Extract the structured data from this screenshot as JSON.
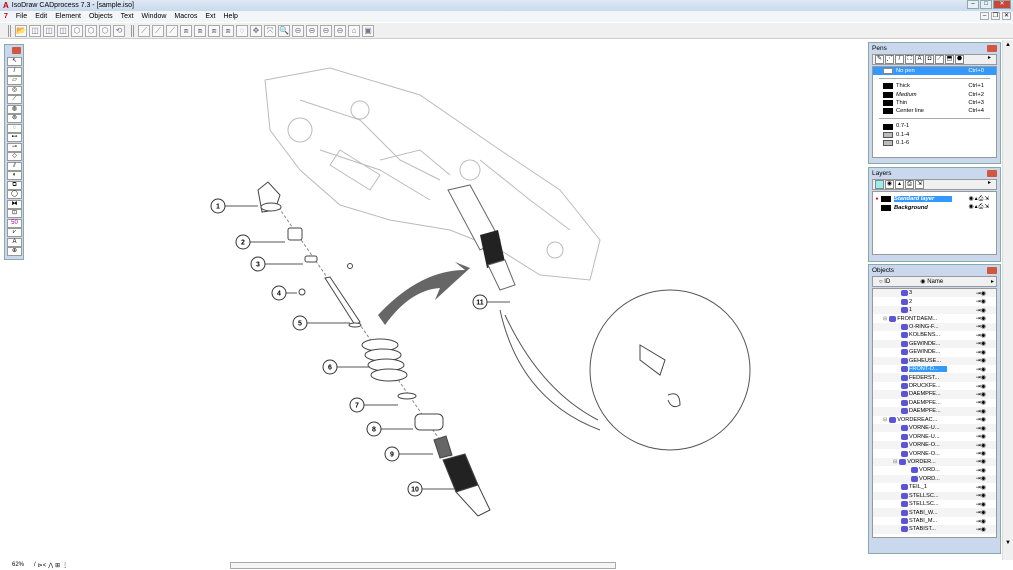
{
  "window": {
    "title": "IsoDraw CADprocess 7.3 - [sample.iso]",
    "controls": [
      "–",
      "□",
      "✕"
    ],
    "mdi_controls": [
      "–",
      "❐",
      "✕"
    ]
  },
  "menu": [
    "File",
    "Edit",
    "Element",
    "Objects",
    "Text",
    "Window",
    "Macros",
    "Ext",
    "Help"
  ],
  "toolbar_icons": [
    "open-folder-icon",
    "view-front-icon",
    "view-side-icon",
    "view-top-icon",
    "iso-cube-icon",
    "iso-cube-2-icon",
    "iso-cube-3-icon",
    "rotate-icon",
    "line-icon",
    "line-2-icon",
    "line-3-icon",
    "box-icon",
    "box-2-icon",
    "box-3-icon",
    "box-4-icon",
    "ellipse-icon",
    "move-icon",
    "fit-icon",
    "zoom-icon",
    "cylinder-icon",
    "cylinder-2-icon",
    "cylinder-3-icon",
    "cylinder-4-icon",
    "ghost-icon",
    "camera-icon"
  ],
  "toolbox": [
    "↖",
    "/",
    "▱",
    "◎",
    "⟋",
    "◍",
    "⊚",
    "◌",
    "⊷",
    "⊸",
    "◇",
    "⫽",
    "◐",
    "⧉",
    "◯",
    "⧓",
    "⊡",
    "50",
    "⩗",
    "A",
    "⊕"
  ],
  "drawing": {
    "callouts": [
      "1",
      "2",
      "3",
      "4",
      "5",
      "6",
      "7",
      "8",
      "9",
      "10",
      "11"
    ]
  },
  "pens": {
    "title": "Pens",
    "tools": [
      "✎",
      "⋰",
      "/",
      "⛶",
      "A",
      "◘",
      "⟋",
      "⬒",
      "⬣"
    ],
    "items": [
      {
        "name": "No pen",
        "shortcut": "Ctrl+0",
        "selected": true
      }
    ],
    "group2": [
      {
        "name": "Thick",
        "shortcut": "Ctrl+1"
      },
      {
        "name": "Medium",
        "shortcut": "Ctrl+2"
      },
      {
        "name": "Thin",
        "shortcut": "Ctrl+3"
      },
      {
        "name": "Center line",
        "shortcut": "Ctrl+4"
      }
    ],
    "group3": [
      {
        "name": "0.7-1"
      },
      {
        "name": "0.1-4"
      },
      {
        "name": "0.1-6"
      }
    ]
  },
  "layers": {
    "title": "Layers",
    "items": [
      {
        "name": "Standard layer",
        "active": true
      },
      {
        "name": "Background",
        "active": false
      }
    ]
  },
  "objects": {
    "title": "Objects",
    "radio": [
      "ID",
      "Name"
    ],
    "selected_radio": "Name",
    "items": [
      {
        "n": "3",
        "l": 2
      },
      {
        "n": "2",
        "l": 2
      },
      {
        "n": "1",
        "l": 2
      },
      {
        "n": "FRONTDAEM...",
        "l": 1,
        "e": true
      },
      {
        "n": "O-RING-F...",
        "l": 2
      },
      {
        "n": "KOLBENS...",
        "l": 2
      },
      {
        "n": "GEWINDE...",
        "l": 2
      },
      {
        "n": "GEWINDE...",
        "l": 2
      },
      {
        "n": "GEHEUSE...",
        "l": 2
      },
      {
        "n": "FRONT-D...",
        "l": 2,
        "s": true
      },
      {
        "n": "FEDERST...",
        "l": 2
      },
      {
        "n": "DRUCKFE...",
        "l": 2
      },
      {
        "n": "DAEMPFE...",
        "l": 2
      },
      {
        "n": "DAEMPFE...",
        "l": 2
      },
      {
        "n": "DAEMPFE...",
        "l": 2
      },
      {
        "n": "VORDEREAC...",
        "l": 1,
        "e": true
      },
      {
        "n": "VORNE-U...",
        "l": 2
      },
      {
        "n": "VORNE-U...",
        "l": 2
      },
      {
        "n": "VORNE-O...",
        "l": 2
      },
      {
        "n": "VORNE-O...",
        "l": 2
      },
      {
        "n": "VORDER...",
        "l": 2,
        "e": true
      },
      {
        "n": "VORD...",
        "l": 3
      },
      {
        "n": "VORD...",
        "l": 3
      },
      {
        "n": "TEIL_1",
        "l": 2
      },
      {
        "n": "STELLSC...",
        "l": 2
      },
      {
        "n": "STELLSC...",
        "l": 2
      },
      {
        "n": "STABI_W...",
        "l": 2
      },
      {
        "n": "STABI_M...",
        "l": 2
      },
      {
        "n": "STABIST...",
        "l": 2
      }
    ]
  },
  "status": {
    "zoom": "62%",
    "tools": [
      "/",
      "⊳<",
      "⋀",
      "⊞",
      "⋮"
    ]
  }
}
